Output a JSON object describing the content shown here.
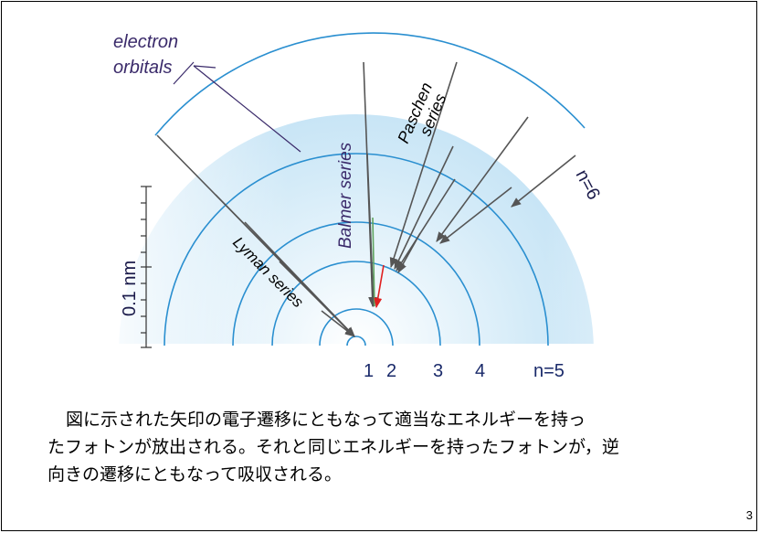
{
  "diagram": {
    "label_electron_orbitals_1": "electron",
    "label_electron_orbitals_2": "orbitals",
    "label_balmer": "Balmer series",
    "label_paschen_1": "Paschen",
    "label_paschen_2": "series",
    "label_lyman": "Lyman series",
    "label_n6": "n=6",
    "label_scale": "0.1 nm",
    "orbit_labels": [
      "1",
      "2",
      "3",
      "4",
      "n=5"
    ],
    "colors": {
      "orbit_line": "#2a8fd0",
      "background": "#ffffff",
      "arrow": "#555555",
      "balmer_green": "#5fa35f",
      "balmer_red": "#e02020",
      "leader_line": "#3a2a6a"
    }
  },
  "caption": {
    "line1": "図に示された矢印の電子遷移にともなって適当なエネルギーを持っ",
    "line2": "たフォトンが放出される。それと同じエネルギーを持ったフォトンが，逆",
    "line3": "向きの遷移にともなって吸収される。"
  },
  "page_number": "3"
}
